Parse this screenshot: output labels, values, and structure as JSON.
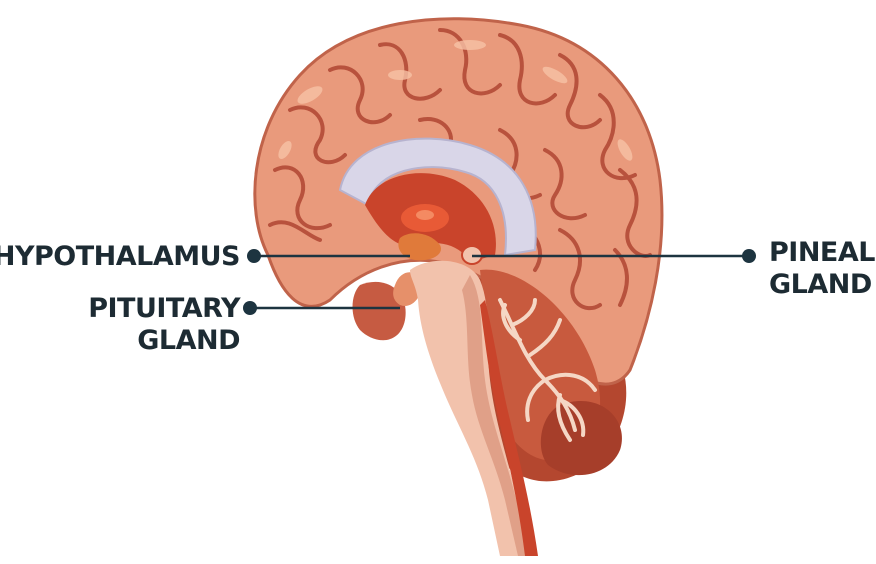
{
  "labels": {
    "hypothalamus": "HYPOTHALAMUS",
    "pituitary_line1": "PITUITARY",
    "pituitary_line2": "GLAND",
    "pineal_line1": "PINEAL",
    "pineal_line2": "GLAND"
  },
  "colors": {
    "cerebrum": "#e99a7c",
    "cerebrum_shadow": "#cf6f55",
    "sulcus": "#b8523d",
    "highlight": "#f7c2a6",
    "corpus_callosum": "#d9d6e8",
    "inner_red": "#c9442b",
    "hypothalamus_core": "#e85a36",
    "cerebellum": "#c85a3e",
    "cerebellum_dark": "#a63e2a",
    "arbor": "#f5d7c5",
    "brainstem": "#f2c2ac",
    "brainstem_dark": "#e0a088",
    "pointer": "#1d3440"
  }
}
